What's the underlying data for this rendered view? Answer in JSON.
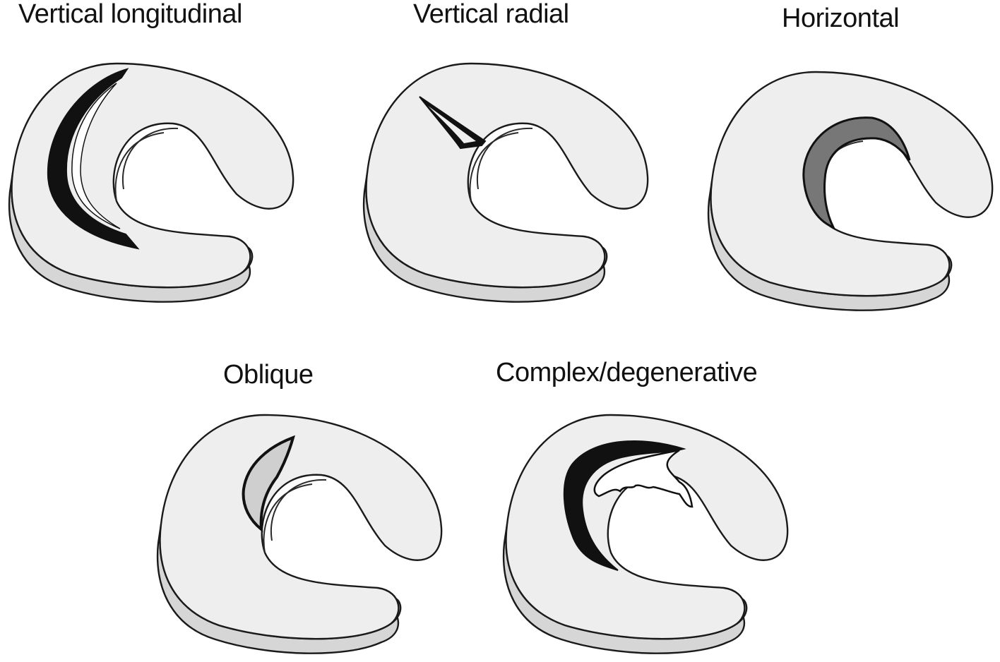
{
  "colors": {
    "disc_top": "#eeeeee",
    "disc_side": "#d6d6d6",
    "outline": "#1a1a1a",
    "tear_dark": "#111111",
    "tear_gray": "#777777",
    "tear_light": "#cfcfcf"
  },
  "panels": [
    {
      "id": "vertical-longitudinal",
      "label": "Vertical longitudinal"
    },
    {
      "id": "vertical-radial",
      "label": "Vertical radial"
    },
    {
      "id": "horizontal",
      "label": "Horizontal"
    },
    {
      "id": "oblique",
      "label": "Oblique"
    },
    {
      "id": "complex-degenerative",
      "label": "Complex/degenerative"
    }
  ]
}
